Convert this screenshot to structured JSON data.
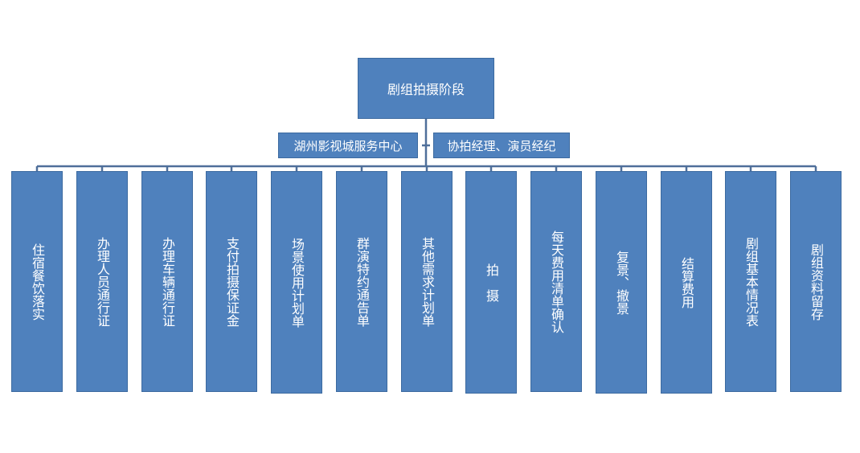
{
  "root": {
    "label": "剧组拍摄阶段"
  },
  "support": {
    "left_label": "湖州影视城服务中心",
    "right_label": "协拍经理、演员经纪"
  },
  "steps": [
    {
      "label": "住宿餐饮落实"
    },
    {
      "label": "办理人员通行证"
    },
    {
      "label": "办理车辆通行证"
    },
    {
      "label": "支付拍摄保证金"
    },
    {
      "label": "场景使用计划单"
    },
    {
      "label": "群演特约通告单"
    },
    {
      "label": "其他需求计划单"
    },
    {
      "label": "拍　摄"
    },
    {
      "label": "每天费用清单确认"
    },
    {
      "label": "复景、撤景"
    },
    {
      "label": "结算费用"
    },
    {
      "label": "剧组基本情况表"
    },
    {
      "label": "剧组资料留存"
    }
  ],
  "colors": {
    "box": "#4f81bd",
    "line": "#4f6f9a",
    "text": "#ffffff"
  }
}
